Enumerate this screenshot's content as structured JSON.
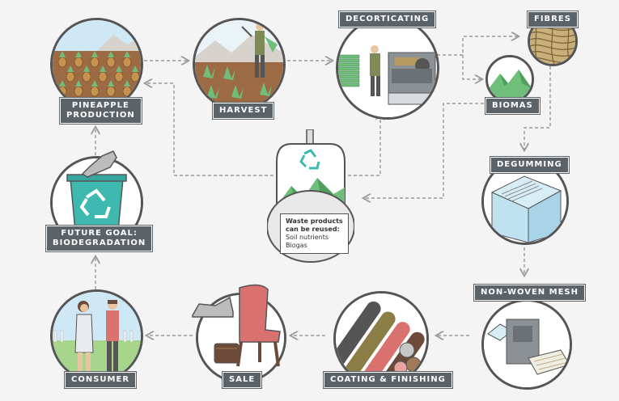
{
  "nodes": {
    "pineapple_production": {
      "line1": "PINEAPPLE",
      "line2": "PRODUCTION"
    },
    "harvest": {
      "label": "HARVEST"
    },
    "decorticating": {
      "label": "DECORTICATING"
    },
    "fibres": {
      "label": "FIBRES"
    },
    "biomas": {
      "label": "BIOMAS"
    },
    "degumming": {
      "label": "DEGUMMING"
    },
    "non_woven_mesh": {
      "label": "NON-WOVEN MESH"
    },
    "coating_finishing": {
      "label": "COATING & FINISHING"
    },
    "sale": {
      "label": "SALE"
    },
    "consumer": {
      "label": "CONSUMER"
    },
    "future_goal": {
      "line1": "FUTURE GOAL:",
      "line2": "BIODEGRADATION"
    }
  },
  "waste_callout": {
    "title_line1": "Waste products",
    "title_line2": "can be reused:",
    "items": [
      "Soil nutrients",
      "Biogas"
    ]
  },
  "colors": {
    "label_bg": "#5b6268",
    "outline": "#555555",
    "arrow": "#9a9a9a",
    "leaf_green": "#6fbf7a",
    "teal": "#3fb8b0",
    "sky": "#cfe8f5",
    "fibre": "#b59a62",
    "roll_red": "#d9726f",
    "roll_olive": "#8a7d45",
    "roll_brown": "#6b4a3a",
    "roll_dark": "#555555",
    "chair": "#d9726f"
  }
}
